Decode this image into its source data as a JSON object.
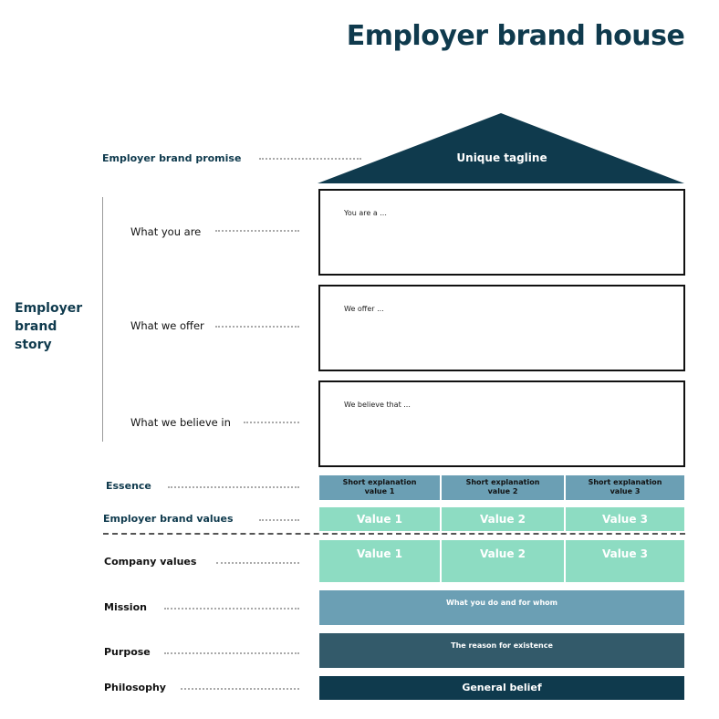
{
  "title": "Employer brand house",
  "story_label": [
    "Employer",
    "brand",
    "story"
  ],
  "labels": {
    "promise": "Employer brand promise",
    "what_you_are": "What you are",
    "what_we_offer": "What we offer",
    "what_we_believe": "What we believe in",
    "essence": "Essence",
    "employer_brand_values": "Employer brand values",
    "company_values": "Company values",
    "mission": "Mission",
    "purpose": "Purpose",
    "philosophy": "Philosophy"
  },
  "roof_text": "Unique tagline",
  "boxes": {
    "you_are": "You are a ...",
    "we_offer": "We offer ...",
    "we_believe": "We believe that ..."
  },
  "essence_cells": [
    [
      "Short explanation",
      "value 1"
    ],
    [
      "Short explanation",
      "value 2"
    ],
    [
      "Short explanation",
      "value 3"
    ]
  ],
  "brand_values": [
    "Value 1",
    "Value 2",
    "Value 3"
  ],
  "company_values": [
    "Value 1",
    "Value 2",
    "Value 3"
  ],
  "mission_text": "What you do and for whom",
  "purpose_text": "The reason for existence",
  "philosophy_text": "General belief",
  "colors": {
    "dark_teal": "#0f3a4d",
    "mid_teal": "#335a6a",
    "light_blue": "#6b9fb4",
    "mint": "#8ddcc2"
  }
}
